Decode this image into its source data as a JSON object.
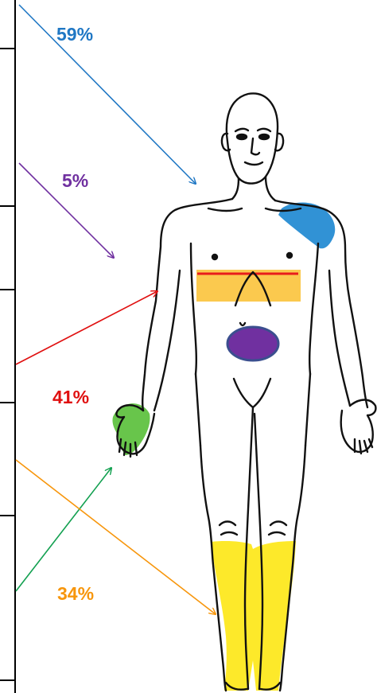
{
  "labels": [
    {
      "id": "shoulder",
      "text": "59%",
      "color": "#1f77c4"
    },
    {
      "id": "chest",
      "text": "5%",
      "color": "#7030a0"
    },
    {
      "id": "abdomen",
      "text": "41%",
      "color": "#e01010"
    },
    {
      "id": "legs",
      "text": "34%",
      "color": "#f7960c"
    }
  ],
  "colors": {
    "blue_patch": "#1b86d0",
    "purple_patch": "#7030a0",
    "purple_outline": "#3b4f8f",
    "chest_band": "#fbc33b",
    "chest_line": "#e81c1c",
    "green_hand": "#4dbb2b",
    "green_arrow": "#12a050",
    "leg_fill": "#fde92a",
    "outline": "#111111"
  },
  "icons": [
    "human-figure-front-view"
  ]
}
